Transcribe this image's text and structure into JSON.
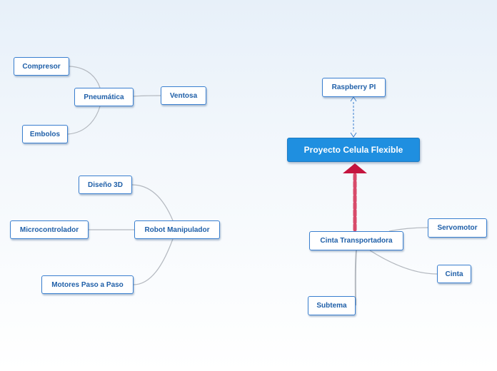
{
  "mindmap": {
    "central": {
      "label": "Proyecto Celula Flexible"
    },
    "nodes": {
      "raspberry": "Raspberry PI",
      "cinta_transportadora": "Cinta Transportadora",
      "servomotor": "Servomotor",
      "cinta": "Cinta",
      "subtema": "Subtema",
      "neumatica": "Pneumática",
      "compresor": "Compresor",
      "embolos": "Embolos",
      "ventosa": "Ventosa",
      "robot": "Robot Manipulador",
      "diseno": "Diseño 3D",
      "microcontrolador": "Microcontrolador",
      "motores": "Motores Paso a Paso"
    },
    "colors": {
      "central_fill": "#1f8fe0",
      "node_border": "#3a7fcf",
      "node_text": "#1f5fa8",
      "branch_line": "#b3b8bf",
      "relationship_dashed": "#3a7fcf",
      "main_arrow": "#d84a6a",
      "main_arrowhead": "#c4143e"
    }
  }
}
